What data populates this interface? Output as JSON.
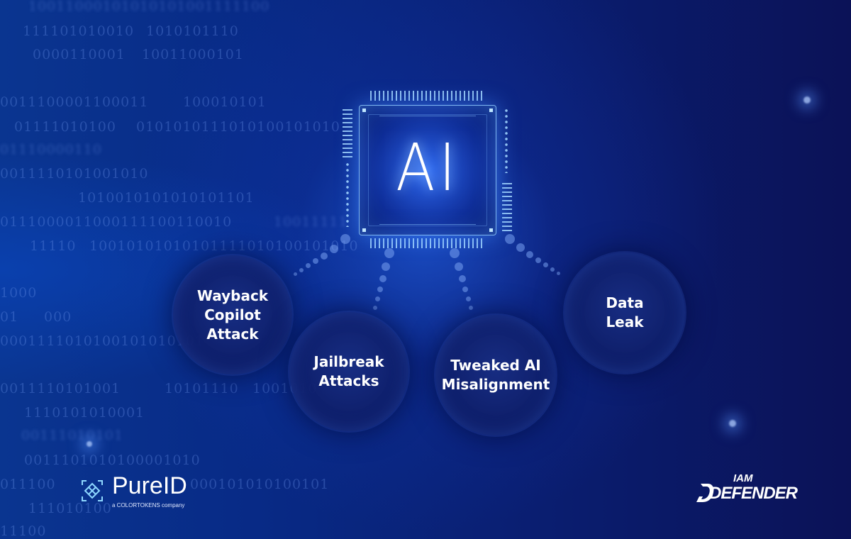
{
  "binary_background": [
    "10011000101010101001111100",
    "111101010010",
    "1010101110",
    "0000110001",
    "10011000101",
    "0011100001100011",
    "100010101",
    "01111010100",
    "0101010111010100101010",
    "01110000110",
    "0011110101001010",
    "1010010101010101101",
    "0111000011000111100110010",
    "10011111",
    "11110",
    "10010101010101111010100101010",
    "1000",
    "01",
    "000",
    "0001111010100101010101",
    "0011110101001",
    "10101110",
    "1001010",
    "1110101010001",
    "00111010101",
    "0011101010100001010",
    "011100",
    "000101010100101",
    "111010100",
    "11100"
  ],
  "chip": {
    "label": "AI"
  },
  "threats": [
    {
      "label": "Wayback\nCopilot\nAttack"
    },
    {
      "label": "Jailbreak\nAttacks"
    },
    {
      "label": "Tweaked AI\nMisalignment"
    },
    {
      "label": "Data\nLeak"
    }
  ],
  "logos": {
    "pureid": {
      "name": "PureID",
      "sub": "a COLORTOKENS company"
    },
    "iam_defender": {
      "top": "IAM",
      "main": "DEFENDER"
    }
  }
}
